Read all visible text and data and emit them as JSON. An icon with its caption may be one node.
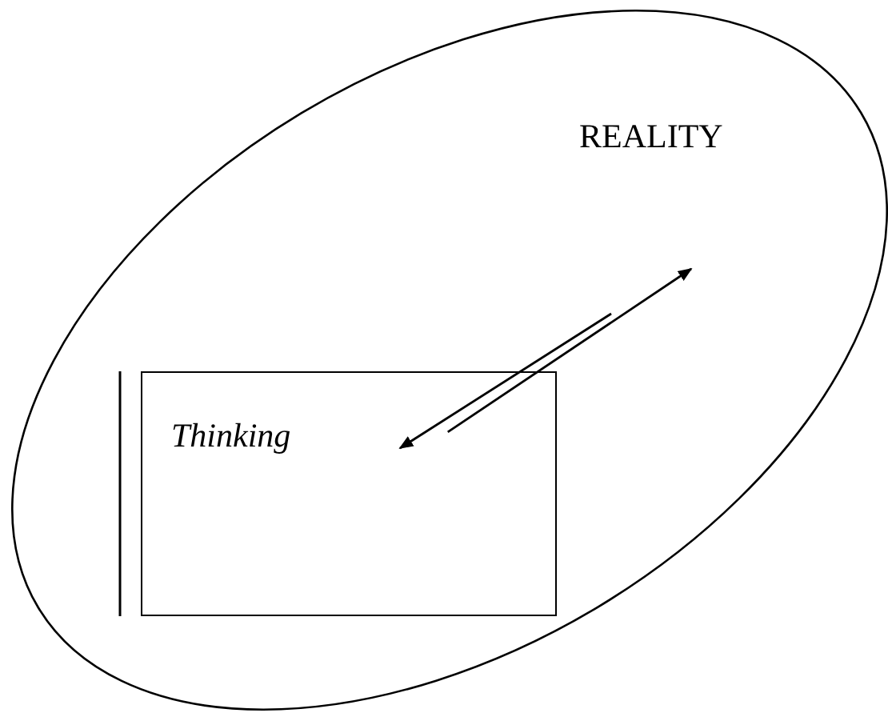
{
  "diagram": {
    "nodes": [
      {
        "text": [
          "REALITY"
        ]
      },
      {
        "text": [
          "Thinking"
        ],
        "in": 0
      }
    ],
    "edges": [
      {
        "from": null,
        "to": 1,
        "arrow": "to"
      },
      {
        "from": 1,
        "to": null,
        "arrow": "to"
      }
    ]
  }
}
